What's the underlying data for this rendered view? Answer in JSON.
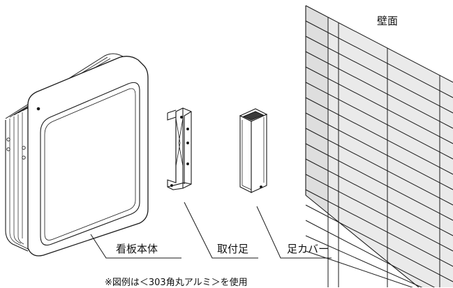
{
  "labels": {
    "wall": "壁面",
    "sign_body": "看板本体",
    "mount_bracket": "取付足",
    "leg_cover": "足カバー"
  },
  "note": "※図例は＜303角丸アルミ＞を使用",
  "colors": {
    "line": "#1a1a1a",
    "wall_fill": "#e8e8e8",
    "wall_shade": "#d6d6d6",
    "sign_face": "#ffffff"
  }
}
